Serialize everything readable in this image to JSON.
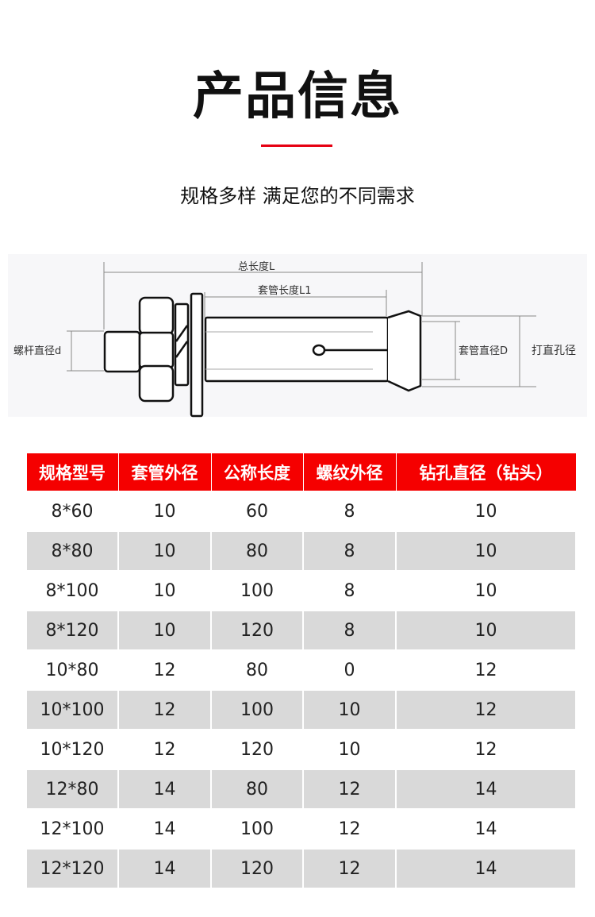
{
  "header": {
    "title": "产品信息",
    "subtitle": "规格多样 满足您的不同需求"
  },
  "diagram": {
    "total_length": "总长度L",
    "sleeve_length": "套管长度L1",
    "bolt_diameter": "螺杆直径d",
    "sleeve_diameter": "套管直径D",
    "hole_diameter": "打直孔径"
  },
  "table": {
    "headers": [
      "规格型号",
      "套管外径",
      "公称长度",
      "螺纹外径",
      "钻孔直径（钻头）"
    ],
    "rows": [
      [
        "8*60",
        "10",
        "60",
        "8",
        "10"
      ],
      [
        "8*80",
        "10",
        "80",
        "8",
        "10"
      ],
      [
        "8*100",
        "10",
        "100",
        "8",
        "10"
      ],
      [
        "8*120",
        "10",
        "120",
        "8",
        "10"
      ],
      [
        "10*80",
        "12",
        "80",
        "0",
        "12"
      ],
      [
        "10*100",
        "12",
        "100",
        "10",
        "12"
      ],
      [
        "10*120",
        "12",
        "120",
        "10",
        "12"
      ],
      [
        "12*80",
        "14",
        "80",
        "12",
        "14"
      ],
      [
        "12*100",
        "14",
        "100",
        "12",
        "14"
      ],
      [
        "12*120",
        "14",
        "120",
        "12",
        "14"
      ]
    ]
  },
  "colors": {
    "accent": "#f50000",
    "row_alt": "#d9d9d9"
  }
}
